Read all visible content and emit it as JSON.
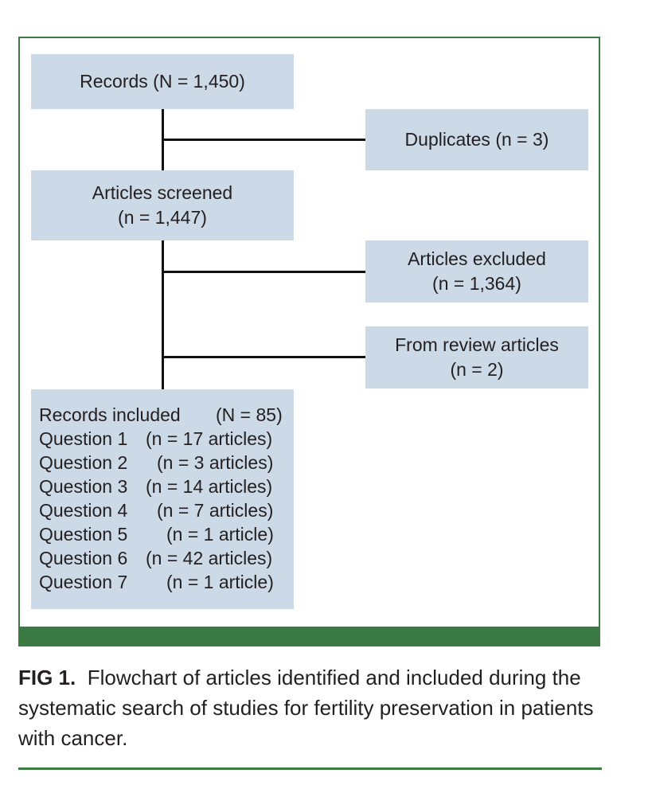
{
  "diagram": {
    "records": {
      "label": "Records (N = 1,450)"
    },
    "duplicates": {
      "label": "Duplicates (n = 3)"
    },
    "screened": {
      "line1": "Articles screened",
      "line2": "(n = 1,447)"
    },
    "excluded": {
      "line1": "Articles excluded",
      "line2": "(n = 1,364)"
    },
    "review": {
      "line1": "From review articles",
      "line2": "(n = 2)"
    },
    "included": {
      "rows": [
        {
          "label": "Records included",
          "count": "(N = 85)"
        },
        {
          "label": "Question 1",
          "count": "(n = 17 articles)"
        },
        {
          "label": "Question 2",
          "count": "(n = 3 articles)"
        },
        {
          "label": "Question 3",
          "count": "(n = 14 articles)"
        },
        {
          "label": "Question 4",
          "count": "(n = 7 articles)"
        },
        {
          "label": "Question 5",
          "count": "(n = 1 article)"
        },
        {
          "label": "Question 6",
          "count": "(n = 42 articles)"
        },
        {
          "label": "Question 7",
          "count": "(n = 1 article)"
        }
      ]
    }
  },
  "caption": {
    "fig_label": "FIG 1.",
    "text": "Flowchart of articles identified and included during the systematic search of studies for fertility preservation in patients with cancer."
  },
  "colors": {
    "accent_green": "#3b7a42",
    "box_fill": "#ccd9e6",
    "connector": "#111111"
  }
}
